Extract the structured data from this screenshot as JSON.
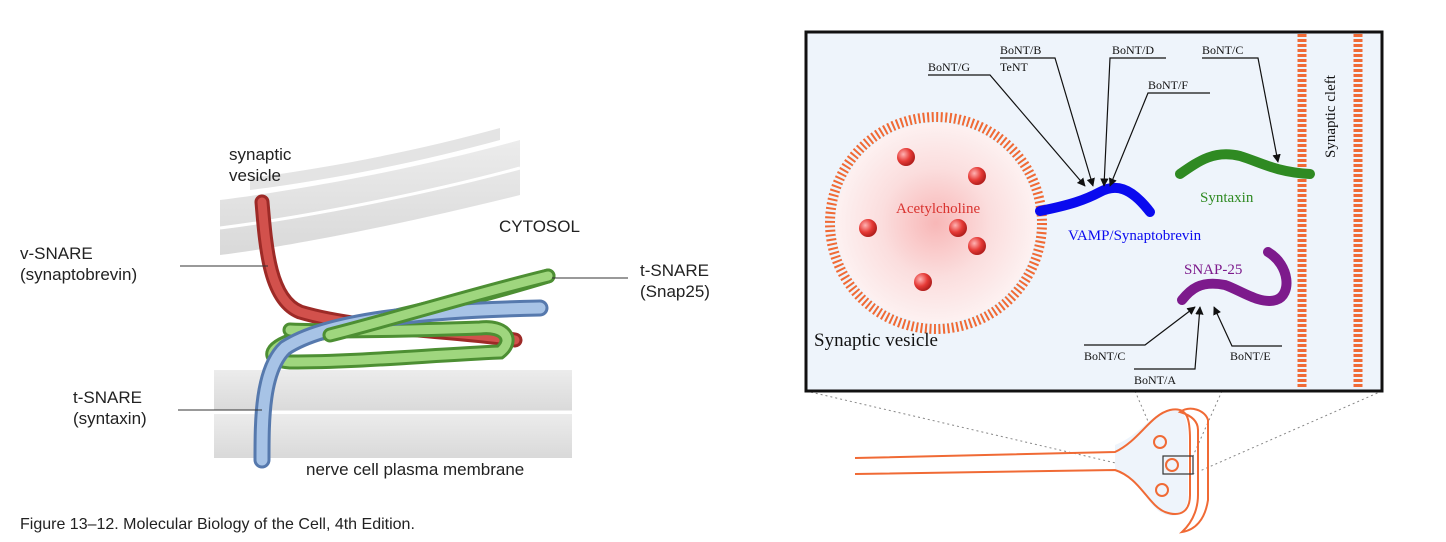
{
  "left_panel": {
    "synaptic_vesicle_line1": "synaptic",
    "synaptic_vesicle_line2": "vesicle",
    "cytosol": "CYTOSOL",
    "v_snare_line1": "v-SNARE",
    "v_snare_line2": "(synaptobrevin)",
    "t_snare_snap25_line1": "t-SNARE",
    "t_snare_snap25_line2": "(Snap25)",
    "t_snare_syntaxin_line1": "t-SNARE",
    "t_snare_syntaxin_line2": "(syntaxin)",
    "plasma_membrane": "nerve cell plasma membrane",
    "caption": "Figure 13–12. Molecular Biology of the Cell, 4th Edition."
  },
  "right_panel": {
    "toxins": {
      "bont_g": "BoNT/G",
      "bont_b": "BoNT/B",
      "tent": "TeNT",
      "bont_d": "BoNT/D",
      "bont_f": "BoNT/F",
      "bont_c_top": "BoNT/C",
      "bont_c_bottom": "BoNT/C",
      "bont_a": "BoNT/A",
      "bont_e": "BoNT/E"
    },
    "acetylcholine": "Acetylcholine",
    "vamp": "VAMP/Synaptobrevin",
    "syntaxin": "Syntaxin",
    "snap25": "SNAP-25",
    "synaptic_vesicle": "Synaptic vesicle",
    "synaptic_cleft": "Synaptic cleft"
  },
  "colors": {
    "vamp": "#0a0aef",
    "syntaxin": "#2f8a22",
    "snap25": "#7d1a8c",
    "acetylcholine": "#d9332f",
    "membrane_orange": "#f06a35",
    "box_fill": "#eef4fb",
    "v_snare_red": "#c0403c",
    "t_snare_green": "#8ac86a",
    "t_snare_blue": "#86a9d6"
  }
}
